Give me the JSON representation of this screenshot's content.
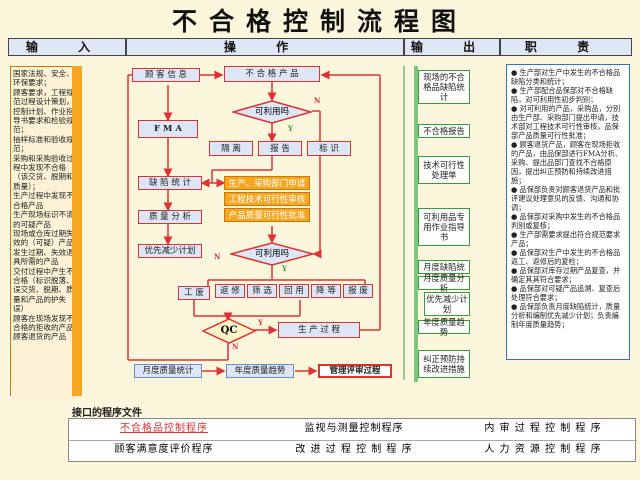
{
  "title": "不合格控制流程图",
  "headers": {
    "input": "输    入",
    "operate": "操    作",
    "output": "输    出",
    "duty": "职    责"
  },
  "input_text": [
    "国家法规、安全、环保要求；",
    "顾客要求，工程规范过程设计策划，控制计划、作业指导书要求和检验规范；",
    "抽样标准和验收规范；",
    "采购和采购验收过程中发现不合格（该交货、脱期和质量）；",
    "生产过程中发现不合格产品",
    "生产现场标识不清的可疑产品",
    "现场或仓库过期失效的（可疑）产品",
    "发生过期、失效退具所需的产品",
    "交付过程中产生不合格（标识脱落、误交货、脱期、质量和产品的护失误）",
    "顾客在现场发现不合格的拒收的产品",
    "顾客退货的产品"
  ],
  "flow": {
    "customer_info": "顾 客 信 息",
    "nonconforming": "不 合 格 产 品",
    "usable1": "可利用吗",
    "fma": "F M A",
    "isolate": "隔  离",
    "report": "报  告",
    "mark": "标  识",
    "defect_stat": "缺 陷 统 计",
    "quality_analysis": "质 量 分 析",
    "priority": "优先减少计划",
    "prod_dept": "生产、采购部门申请",
    "eng_review": "工程技术可行性审核",
    "qa_approve": "产品质量可行性批准",
    "usable2": "可利用吗",
    "scrap": "工  废",
    "rework": "返 修",
    "sort": "筛 选",
    "return": "回 用",
    "downgrade": "降 等",
    "rescrap": "报 废",
    "qc": "QC",
    "production": "生 产 过 程",
    "monthly_stat": "月度质量统计",
    "monthly_trend": "年度质量趋势",
    "mgmt_review": "管理评审过程",
    "yes": "Y",
    "no": "N"
  },
  "outputs": [
    "现场的不合格品缺陷统计",
    "不合格报告",
    "技术可行性处理单",
    "可利用品专用作业指导书",
    "月度缺陷统",
    "月度质量分析",
    "优先减少计划",
    "年度质量趋势",
    "纠正预防持续改进措施"
  ],
  "duties": [
    "● 生产部对生产中发生的不合格品缺陷分类和统计；",
    "● 生产部配合品保部对不合格缺陷，对可利用性初步判别；",
    "● 对可利用的产品，采购品，分别由生产部、采购部门提出申请，技术部对工程技术可行性审核，品保部产品质量可行性批准；",
    "● 顾客退货产品，顾客在现场拒收的产品，由品保部进行FMA分析、采购、提出品部门查找不合格原因，提出纠正预防和持续改进措施；",
    "● 品保部负责对顾客退货产品和批评建议处理意见的反馈、沟通和协调；",
    "● 品保部对采购中发生的不合格品判别或复核；",
    "● 生产部需要求提出符合规范要求产品；",
    "● 品保部对生产中发生的不合格品返工、返修后的复检；",
    "● 品保部对库存过期产品复查，并确定其其符合要求；",
    "● 品保部对可疑产品追溯、复查后处理符合要求；",
    "● 品保部负责月度缺陷统计，质量分析和编制优先减少计划；负责编制年度质量趋势；"
  ],
  "bottom": {
    "heading": "接口的程序文件",
    "row1": [
      "不合格品控制程序",
      "监视与测量控制程序",
      "内 审 过 程 控 制 程 序"
    ],
    "row2": [
      "顾客满意度评价程序",
      "改 进 过 程 控 制 程 序",
      "人 力 资 源 控 制 程 序"
    ]
  }
}
